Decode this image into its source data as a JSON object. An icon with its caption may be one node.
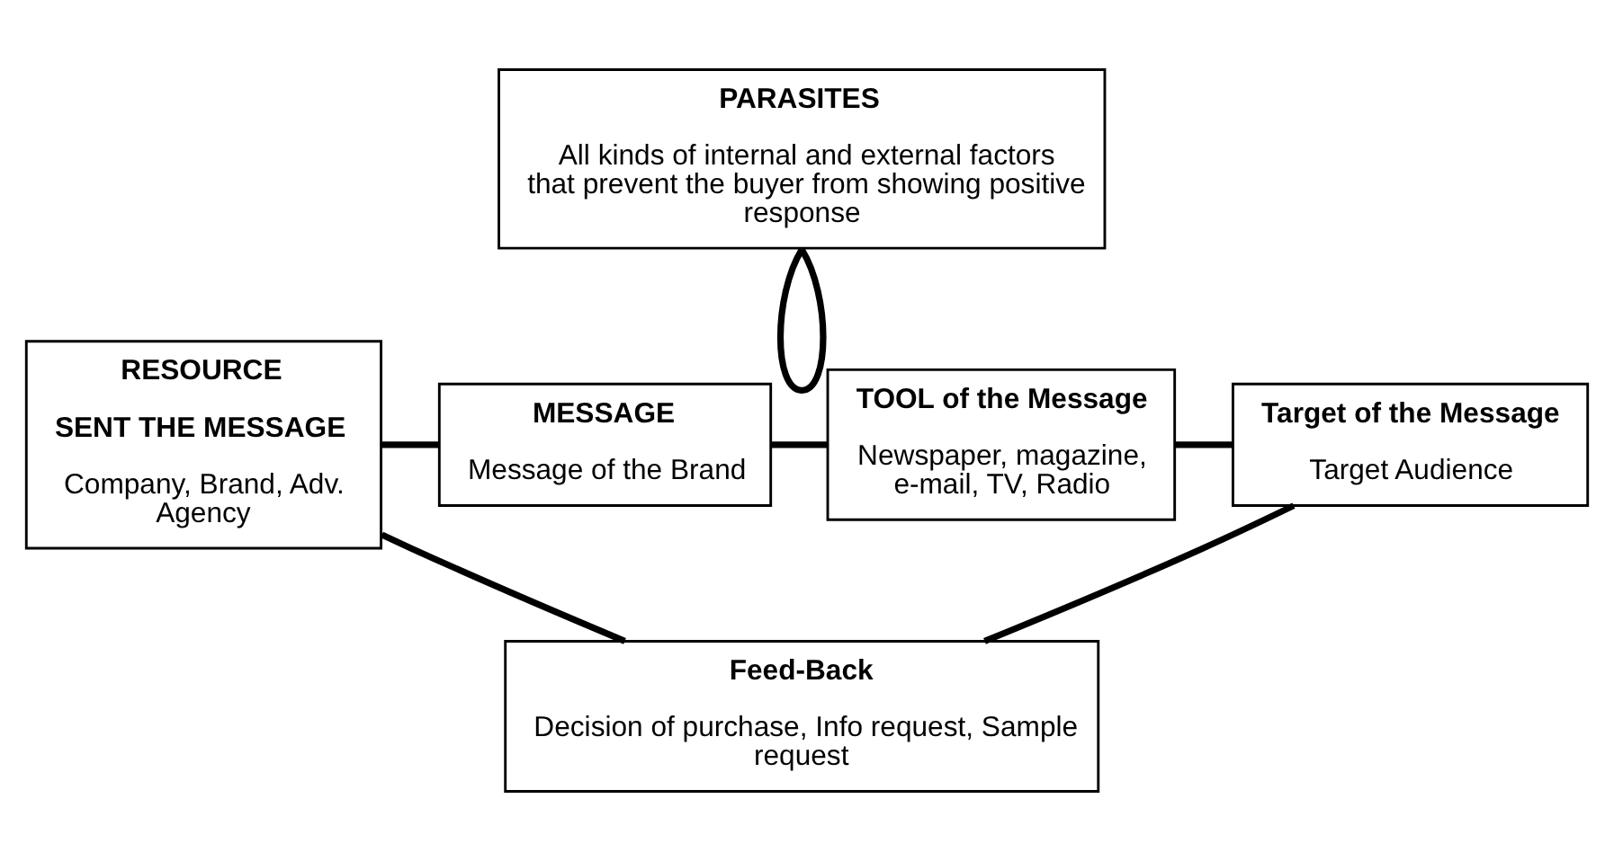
{
  "diagram": {
    "nodes": [
      {
        "text": [
          "PARASITES",
          "All kinds of internal and external factors that prevent the buyer from showing positive response"
        ]
      },
      {
        "text": [
          "RESOURCE",
          "SENT THE MESSAGE",
          "Company, Brand, Adv. Agency"
        ]
      },
      {
        "text": [
          "MESSAGE",
          "Message of the Brand"
        ]
      },
      {
        "text": [
          "TOOL of the Message",
          "Newspaper, magazine, e-mail, TV, Radio"
        ]
      },
      {
        "text": [
          "Target of the Message",
          "Target Audience"
        ]
      },
      {
        "text": [
          "Feed-Back",
          "Decision of purchase, Info request, Sample request"
        ]
      }
    ],
    "edges": [
      {
        "from": 1,
        "to": 2,
        "arrow": "none"
      },
      {
        "from": 2,
        "to": 3,
        "arrow": "none"
      },
      {
        "from": 3,
        "to": 4,
        "arrow": "none"
      },
      {
        "from": 0,
        "to": 0,
        "arrow": "none"
      },
      {
        "from": 1,
        "to": 5,
        "arrow": "none"
      },
      {
        "from": 4,
        "to": 5,
        "arrow": "none"
      }
    ]
  }
}
